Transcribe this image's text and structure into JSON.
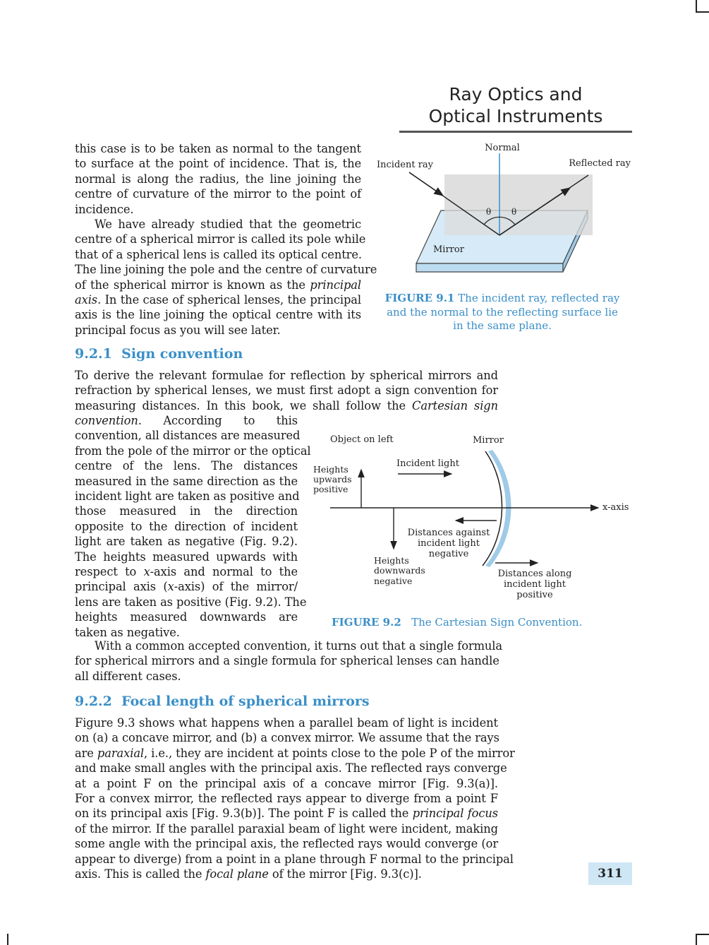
{
  "header": {
    "chapter_line1": "Ray Optics and",
    "chapter_line2": "Optical Instruments"
  },
  "body": {
    "p1": [
      "this case is to be taken as normal to the tangent",
      "to surface at the point of incidence. That is, the",
      "normal is along the radius, the line joining the",
      "centre of curvature of the mirror to the point of",
      "incidence."
    ],
    "p2": [
      "We have already studied that the geometric",
      "centre of a spherical mirror is called its pole while",
      "that of a spherical lens is called its optical centre.",
      "The line joining the pole and the centre of curvature",
      "of the spherical mirror is known as the",
      "principal",
      "axis",
      ". In the case of spherical lenses, the principal",
      "axis is the line joining the optical centre with its",
      "principal focus as you will see later."
    ],
    "section1_title": "9.2.1  Sign convention",
    "p3_full": [
      "To derive the relevant formulae for reflection by spherical mirrors and",
      "refraction by spherical lenses, we must first adopt a sign convention for",
      "measuring distances. In this book, we shall follow the",
      "Cartesian sign"
    ],
    "p3_narrow": [
      "convention",
      ". According to this",
      "convention, all distances are measured",
      "from the pole of the mirror or the optical",
      "centre of the lens. The distances",
      "measured in the same direction as the",
      "incident light are taken as positive and",
      "those measured in the direction",
      "opposite to the direction of incident",
      "light are taken as negative (Fig. 9.2).",
      "The heights measured upwards with",
      "respect to",
      "x",
      "-axis and normal to the",
      "principal axis (",
      "x",
      "-axis) of the mirror/",
      "lens are taken as positive (Fig. 9.2). The",
      "heights measured downwards are",
      "taken as negative."
    ],
    "p4": [
      "With a common accepted convention, it turns out that a single formula",
      "for spherical mirrors and a single formula for spherical lenses can handle",
      "all different cases."
    ],
    "section2_title": "9.2.2  Focal length of spherical mirrors",
    "p5": [
      "Figure 9.3 shows what happens when a parallel beam of light is incident",
      "on (a) a concave mirror, and (b) a convex mirror. We assume that the rays",
      "are",
      "paraxial",
      ", i.e., they are incident at points close to the pole P of the mirror",
      "and make small angles with the principal axis. The reflected rays converge",
      "at a point F on the principal axis of a concave mirror [Fig. 9.3(a)].",
      "For a convex mirror, the reflected rays appear to diverge from a point F",
      "on its principal axis [Fig. 9.3(b)]. The point F is called the",
      "principal focus",
      "of the mirror. If the parallel paraxial beam of light were incident, making",
      "some angle with the principal axis, the reflected rays would converge (or",
      "appear to diverge) from a point in a plane through F normal to the principal",
      "axis. This is called the",
      "focal plane",
      "of the mirror [Fig. 9.3(c)]."
    ]
  },
  "figure1": {
    "normal": "Normal",
    "incident": "Incident ray",
    "reflected": "Reflected ray",
    "theta_left": "θ",
    "theta_right": "θ",
    "mirror": "Mirror",
    "cap_label": "FIGURE 9.1",
    "cap_text1": "The incident ray, reflected ray",
    "cap_text2": "and the normal to the reflecting surface lie",
    "cap_text3": "in the same plane."
  },
  "figure2": {
    "object_left": "Object on left",
    "mirror": "Mirror",
    "incident_light": "Incident light",
    "heights_up_1": "Heights",
    "heights_up_2": "upwards",
    "heights_up_3": "positive",
    "x_axis": "x-axis",
    "dist_against_1": "Distances against",
    "dist_against_2": "incident light",
    "dist_against_3": "negative",
    "heights_down_1": "Heights",
    "heights_down_2": "downwards",
    "heights_down_3": "negative",
    "dist_along_1": "Distances along",
    "dist_along_2": "incident light",
    "dist_along_3": "positive",
    "cap_label": "FIGURE 9.2",
    "cap_text": "The Cartesian Sign Convention."
  },
  "page_number": "311",
  "colors": {
    "accent": "#3a8fc8",
    "mirror_fill": "#cfe6f5",
    "plane_fill": "#e8e8e8"
  }
}
